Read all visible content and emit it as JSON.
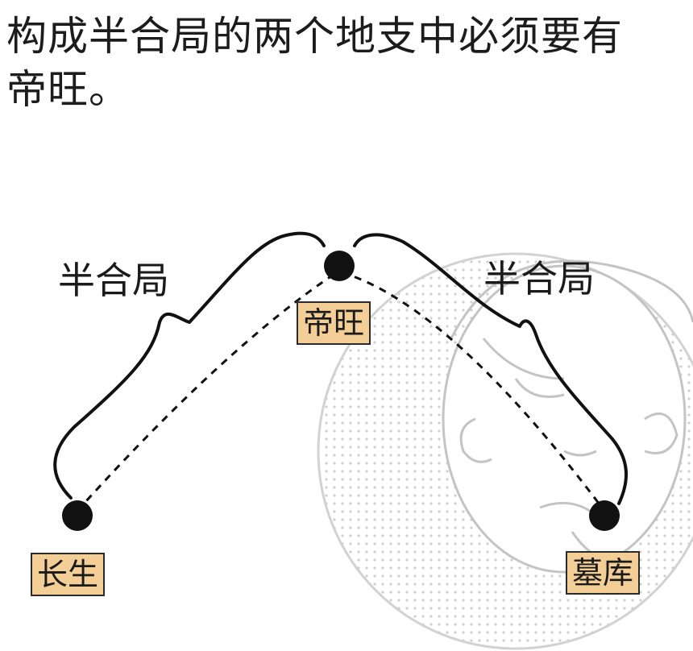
{
  "heading": {
    "line1": "构成半合局的两个地支中必须要有",
    "line2": "帝旺。"
  },
  "diagram": {
    "left_bracket_label": "半合局",
    "right_bracket_label": "半合局",
    "nodes": {
      "left": "长生",
      "top": "帝旺",
      "right": "墓库"
    },
    "colors": {
      "label_fill": "#f3cf97",
      "line": "#111111",
      "background_art": "#c9c9c9"
    }
  }
}
